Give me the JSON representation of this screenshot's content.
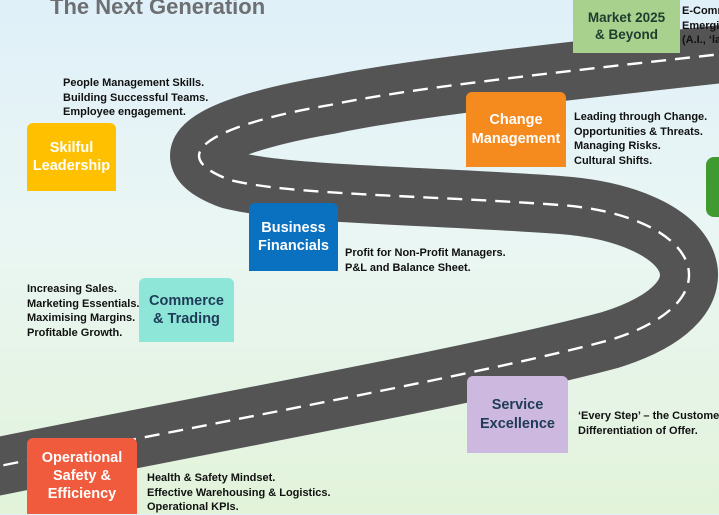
{
  "title": "The Next Generation",
  "colors": {
    "road": "#545454",
    "road_line": "#ffffff",
    "market": "#a9d18e",
    "change": "#f58a1f",
    "skilful": "#ffc000",
    "financials": "#0a70c0",
    "commerce": "#8ee6d8",
    "service": "#cdb9df",
    "operational": "#ef5b3c",
    "green_edge": "#3f9a2f"
  },
  "stages": {
    "market": {
      "label": "Market 2025\n& Beyond",
      "notes": [
        "E-Comm",
        "Emergin",
        "(A.I., ‘la"
      ]
    },
    "change": {
      "label": "Change\nManagement",
      "notes": [
        "Leading through Change.",
        "Opportunities & Threats.",
        "Managing Risks.",
        "Cultural Shifts."
      ]
    },
    "skilful": {
      "label": "Skilful\nLeadership",
      "notes": [
        "People Management Skills.",
        "Building Successful Teams.",
        "Employee engagement."
      ]
    },
    "financials": {
      "label": "Business\nFinancials",
      "notes": [
        "Profit for Non-Profit Managers.",
        "P&L and Balance Sheet."
      ]
    },
    "commerce": {
      "label": "Commerce\n& Trading",
      "notes": [
        "Increasing Sales.",
        "Marketing Essentials.",
        "Maximising Margins.",
        "Profitable Growth."
      ]
    },
    "service": {
      "label": "Service\nExcellence",
      "notes": [
        "‘Every Step’ – the Customer J",
        "Differentiation of Offer."
      ]
    },
    "operational": {
      "label": "Operational\nSafety &\nEfficiency",
      "notes": [
        "Health & Safety Mindset.",
        "Effective Warehousing & Logistics.",
        "Operational KPIs."
      ]
    }
  }
}
